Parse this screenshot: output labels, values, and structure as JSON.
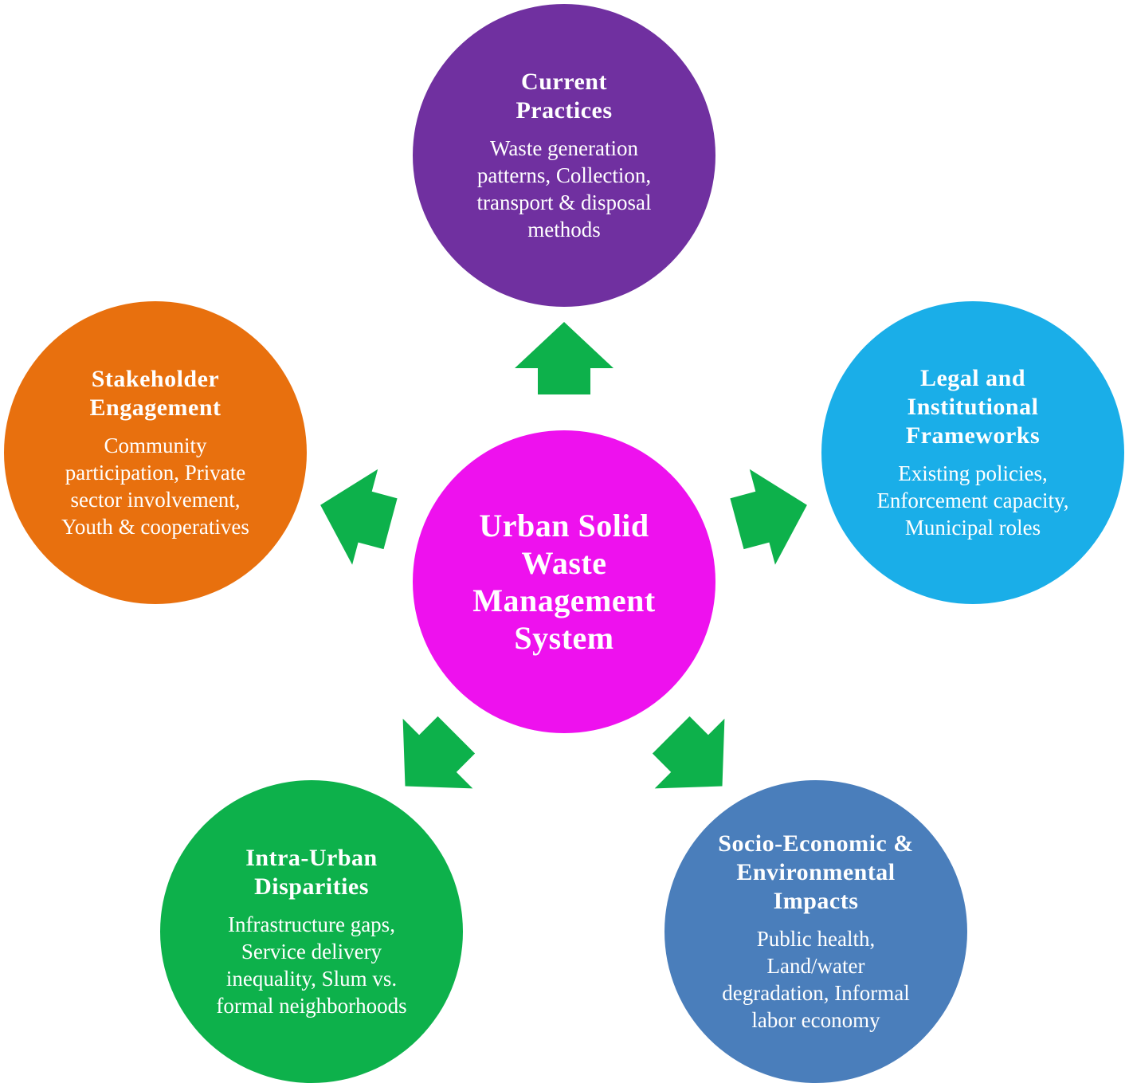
{
  "center": {
    "title": "Urban Solid Waste Management System",
    "color": "#ee11ee"
  },
  "arrow_color": "#0db14b",
  "nodes": [
    {
      "key": "current_practices",
      "title": "Current Practices",
      "description": "Waste generation patterns, Collection, transport & disposal methods",
      "color": "#7030a0"
    },
    {
      "key": "legal_institutional",
      "title": "Legal and Institutional Frameworks",
      "description": "Existing policies, Enforcement capacity, Municipal roles",
      "color": "#1aaee8"
    },
    {
      "key": "socio_economic",
      "title": "Socio-Economic & Environmental Impacts",
      "description": "Public health, Land/water degradation, Informal labor economy",
      "color": "#4a7ebb"
    },
    {
      "key": "intra_urban",
      "title": "Intra-Urban Disparities",
      "description": "Infrastructure gaps, Service delivery inequality, Slum vs. formal neighborhoods",
      "color": "#0db14b"
    },
    {
      "key": "stakeholder",
      "title": "Stakeholder Engagement",
      "description": "Community participation, Private sector involvement, Youth & cooperatives",
      "color": "#e8700e"
    }
  ]
}
